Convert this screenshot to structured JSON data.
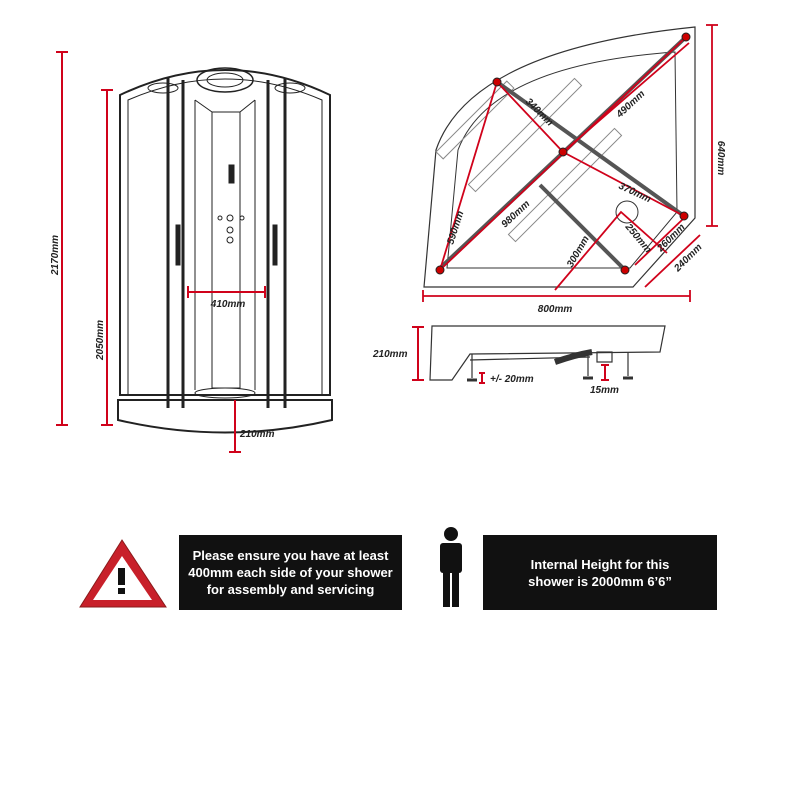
{
  "enclosure": {
    "total_height": "2170mm",
    "enclosure_height": "2050mm",
    "door_width": "410mm",
    "tray_height": "210mm"
  },
  "tray_plan": {
    "width": "800mm",
    "depth": "640mm",
    "front_edge": "240mm",
    "diagonal": "980mm",
    "half_diagonal": "490mm",
    "leg_340": "340mm",
    "leg_370": "370mm",
    "left_edge": "590mm",
    "waste_300": "300mm",
    "waste_250": "250mm",
    "waste_260": "260mm"
  },
  "tray_side": {
    "height": "210mm",
    "foot_adjust": "+/- 20mm",
    "waste_clearance": "15mm"
  },
  "notices": {
    "assembly": "Please ensure you have at least 400mm each side of your shower for assembly and servicing",
    "internal_height": "Internal Height for this shower is 2000mm 6’6”"
  },
  "colors": {
    "dimension": "#d0021b",
    "notice_bg": "#111111",
    "warning": "#c8202a"
  }
}
